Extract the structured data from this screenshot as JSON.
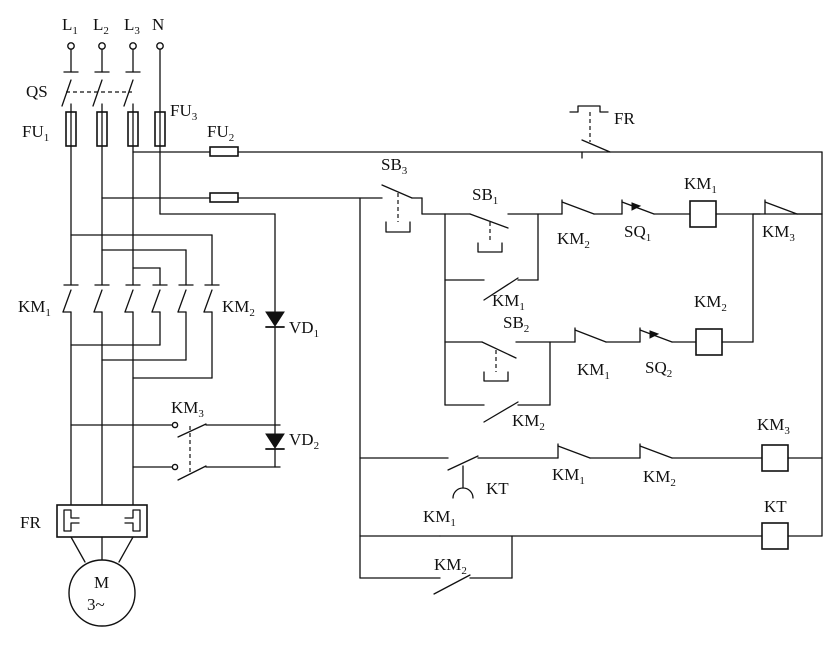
{
  "labels": {
    "L1": "L",
    "L1_sub": "1",
    "L2": "L",
    "L2_sub": "2",
    "L3": "L",
    "L3_sub": "3",
    "N": "N",
    "QS": "QS",
    "FU1": "FU",
    "FU1_sub": "1",
    "FU2": "FU",
    "FU2_sub": "2",
    "FU3": "FU",
    "FU3_sub": "3",
    "FR_top": "FR",
    "FR_power": "FR",
    "SB3": "SB",
    "SB3_sub": "3",
    "SB1": "SB",
    "SB1_sub": "1",
    "SB2": "SB",
    "SB2_sub": "2",
    "SQ1": "SQ",
    "SQ1_sub": "1",
    "SQ2": "SQ",
    "SQ2_sub": "2",
    "KM1_coil": "KM",
    "KM1_coil_sub": "1",
    "KM2_coil": "KM",
    "KM2_coil_sub": "2",
    "KM3_coil": "KM",
    "KM3_coil_sub": "3",
    "KT_coil": "KT",
    "KM2_int1": "KM",
    "KM2_int1_sub": "2",
    "KM3_int1": "KM",
    "KM3_int1_sub": "3",
    "KM1_hold": "KM",
    "KM1_hold_sub": "1",
    "KM1_int2": "KM",
    "KM1_int2_sub": "1",
    "KM2_hold": "KM",
    "KM2_hold_sub": "2",
    "KM1_r5": "KM",
    "KM1_r5_sub": "1",
    "KM2_r5": "KM",
    "KM2_r5_sub": "2",
    "KT_contact": "KT",
    "KM1_kt": "KM",
    "KM1_kt_sub": "1",
    "KM2_r6": "KM",
    "KM2_r6_sub": "2",
    "KM1_main": "KM",
    "KM1_main_sub": "1",
    "KM2_main": "KM",
    "KM2_main_sub": "2",
    "KM3_main": "KM",
    "KM3_main_sub": "3",
    "VD1": "VD",
    "VD1_sub": "1",
    "VD2": "VD",
    "VD2_sub": "2",
    "motor_M": "M",
    "motor_phase": "3~"
  }
}
